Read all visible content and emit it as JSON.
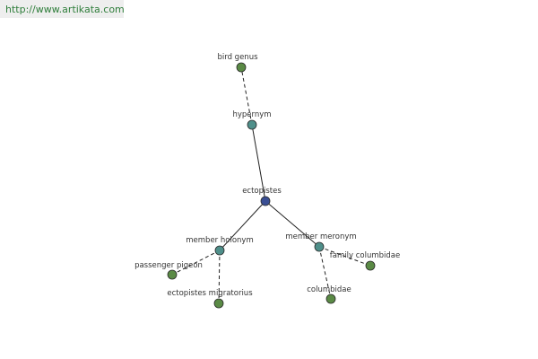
{
  "header": {
    "url_text": "http://www.artikata.com"
  },
  "colors": {
    "url_text": "#2e7d3a",
    "url_bg": "#eeeeee",
    "center_node_fill": "#3a4f94",
    "relation_node_fill": "#4f8f8a",
    "leaf_node_fill": "#5a8a45",
    "node_stroke": "#2a2a2a",
    "edge": "#222222",
    "label": "#333333"
  },
  "graph": {
    "nodes": [
      {
        "id": "ectopistes",
        "label": "ectopistes",
        "kind": "center"
      },
      {
        "id": "hypernym",
        "label": "hypernym",
        "kind": "relation"
      },
      {
        "id": "bird-genus",
        "label": "bird genus",
        "kind": "leaf"
      },
      {
        "id": "member-holonym",
        "label": "member holonym",
        "kind": "relation"
      },
      {
        "id": "passenger-pigeon",
        "label": "passenger pigeon",
        "kind": "leaf"
      },
      {
        "id": "ectopistes-migratorius",
        "label": "ectopistes migratorius",
        "kind": "leaf"
      },
      {
        "id": "member-meronym",
        "label": "member meronym",
        "kind": "relation"
      },
      {
        "id": "family-columbidae",
        "label": "family columbidae",
        "kind": "leaf"
      },
      {
        "id": "columbidae",
        "label": "columbidae",
        "kind": "leaf"
      }
    ],
    "edges": [
      {
        "from": "ectopistes",
        "to": "hypernym",
        "style": "solid"
      },
      {
        "from": "hypernym",
        "to": "bird-genus",
        "style": "dashed"
      },
      {
        "from": "ectopistes",
        "to": "member-holonym",
        "style": "solid"
      },
      {
        "from": "member-holonym",
        "to": "passenger-pigeon",
        "style": "dashed"
      },
      {
        "from": "member-holonym",
        "to": "ectopistes-migratorius",
        "style": "dashed"
      },
      {
        "from": "ectopistes",
        "to": "member-meronym",
        "style": "solid"
      },
      {
        "from": "member-meronym",
        "to": "family-columbidae",
        "style": "dashed"
      },
      {
        "from": "member-meronym",
        "to": "columbidae",
        "style": "dashed"
      }
    ]
  }
}
